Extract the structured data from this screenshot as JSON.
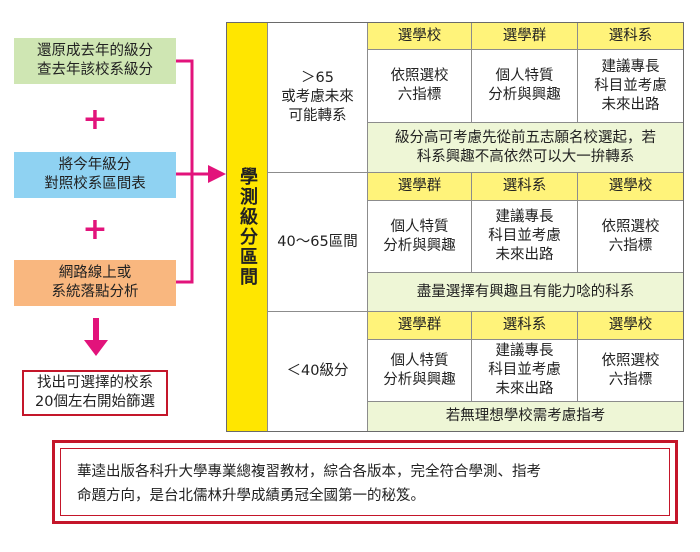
{
  "left_steps": [
    {
      "lines": [
        "還原成去年的級分",
        "查去年該校系級分"
      ],
      "color": "#cfe6b3"
    },
    {
      "lines": [
        "將今年級分",
        "對照校系區間表"
      ],
      "color": "#8fd2f2"
    },
    {
      "lines": [
        "網路線上或",
        "系統落點分析"
      ],
      "color": "#f9b77f"
    }
  ],
  "plus_sign": "+",
  "result_box": {
    "lines": [
      "找出可選擇的校系",
      "20個左右開始篩選"
    ]
  },
  "vertical_label": "學測級分區間",
  "bands": [
    {
      "range_lines": [
        "＞65",
        "或考慮未來",
        "可能轉系"
      ],
      "headers": [
        "選學校",
        "選學群",
        "選科系"
      ],
      "cells": [
        [
          "依照選校",
          "六指標"
        ],
        [
          "個人特質",
          "分析與興趣"
        ],
        [
          "建議專長",
          "科目並考慮",
          "未來出路"
        ]
      ],
      "note_lines": [
        "級分高可考慮先從前五志願名校選起，若",
        "科系興趣不高依然可以大一拚轉系"
      ]
    },
    {
      "range_lines": [
        "40～65區間"
      ],
      "headers": [
        "選學群",
        "選科系",
        "選學校"
      ],
      "cells": [
        [
          "個人特質",
          "分析與興趣"
        ],
        [
          "建議專長",
          "科目並考慮",
          "未來出路"
        ],
        [
          "依照選校",
          "六指標"
        ]
      ],
      "note_lines": [
        "盡量選擇有興趣且有能力唸的科系"
      ]
    },
    {
      "range_lines": [
        "＜40級分"
      ],
      "headers": [
        "選學群",
        "選科系",
        "選學校"
      ],
      "cells": [
        [
          "個人特質",
          "分析與興趣"
        ],
        [
          "建議專長",
          "科目並考慮",
          "未來出路"
        ],
        [
          "依照選校",
          "六指標"
        ]
      ],
      "note_lines": [
        "若無理想學校需考慮指考"
      ]
    }
  ],
  "footer_lines": [
    "華逵出版各科升大學專業總複習教材，綜合各版本，完全符合學測、指考",
    "命題方向，是台北儒林升學成績勇冠全國第一的秘笈。"
  ],
  "colors": {
    "accent": "#e2137b",
    "header": "#fff37a",
    "label_bg": "#ffe600",
    "note_bg": "#eef6d6",
    "footer_border": "#c4162a"
  }
}
